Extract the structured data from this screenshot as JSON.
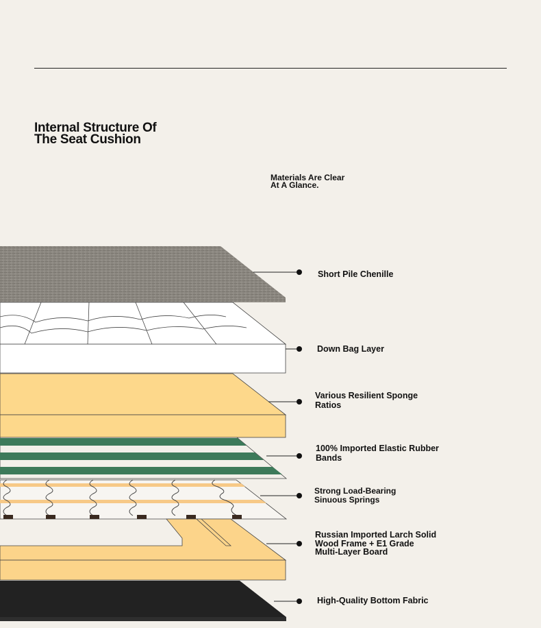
{
  "heading": {
    "title_line1": "Internal Structure Of",
    "title_line2": "The Seat Cushion",
    "subtitle_line1": "Materials Are Clear",
    "subtitle_line2": "At A Glance."
  },
  "layers": {
    "chenille": {
      "line1": "Short Pile Chenille",
      "color": "#8a8680"
    },
    "down": {
      "line1": "Down Bag Layer",
      "color": "#ffffff"
    },
    "sponge": {
      "line1": "Various Resilient Sponge",
      "line2": "Ratios",
      "color": "#fdd88b"
    },
    "rubber": {
      "line1": "100% Imported Elastic Rubber",
      "line2": "Bands",
      "color": "#3d7a5a"
    },
    "springs": {
      "line1": "Strong Load-Bearing",
      "line2": "Sinuous Springs",
      "color": "#f7c987"
    },
    "frame": {
      "line1": "Russian Imported Larch Solid",
      "line2": "Wood Frame + E1 Grade",
      "line3": "Multi-Layer Board",
      "color": "#fcd48a"
    },
    "bottom": {
      "line1": "High-Quality Bottom Fabric",
      "color": "#222222"
    }
  }
}
